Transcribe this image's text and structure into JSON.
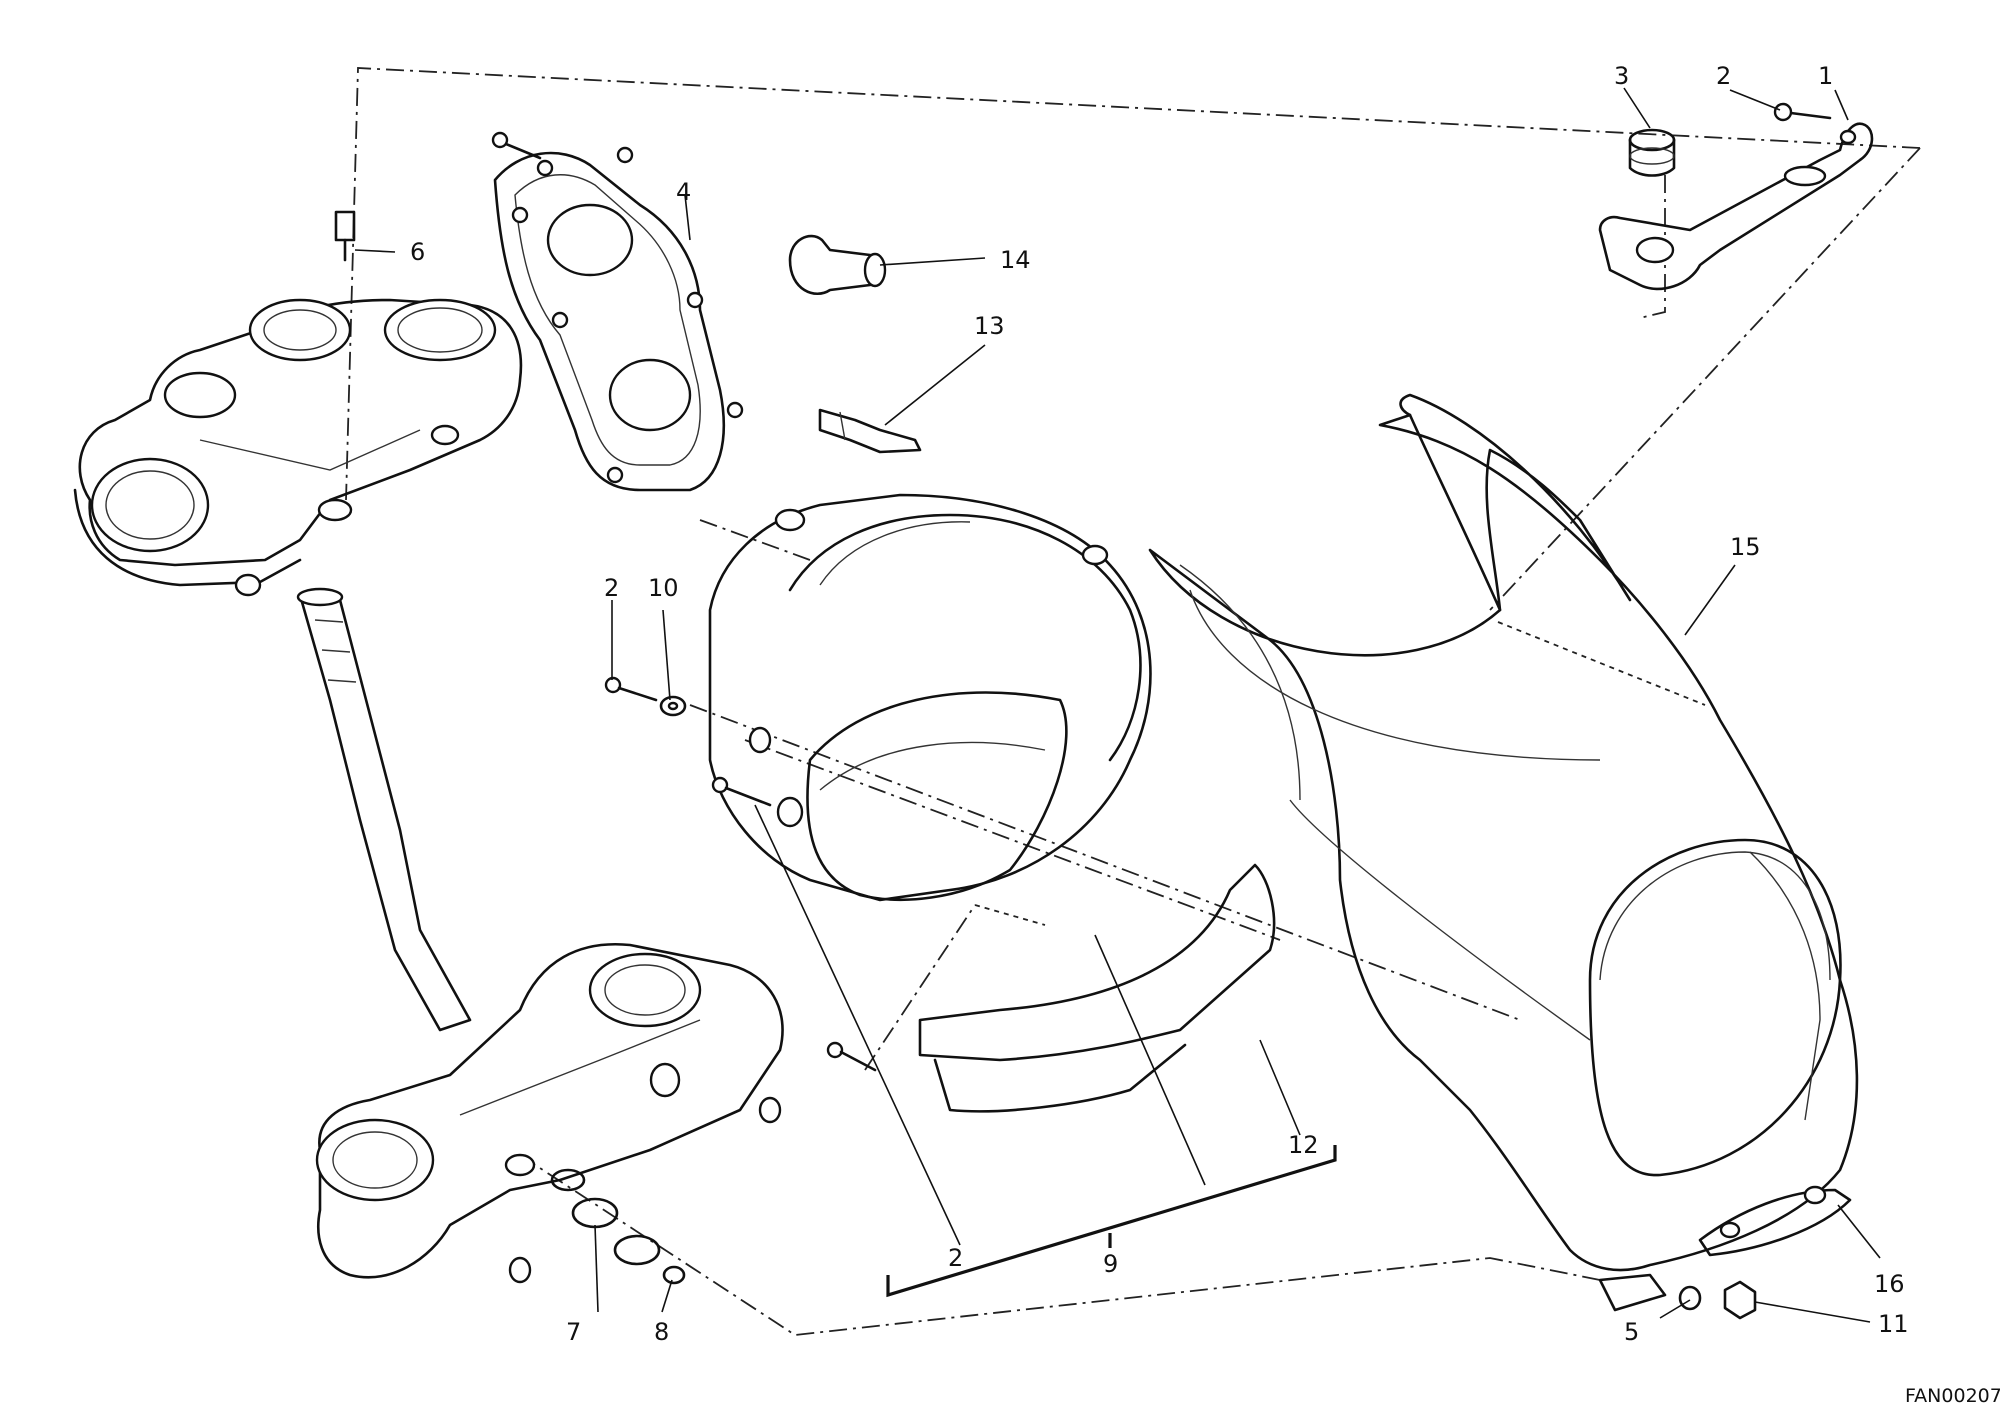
{
  "diagram": {
    "reference_code": "FAN00207",
    "callouts": [
      {
        "id": "c1",
        "label": "1"
      },
      {
        "id": "c2a",
        "label": "2"
      },
      {
        "id": "c3",
        "label": "3"
      },
      {
        "id": "c4",
        "label": "4"
      },
      {
        "id": "c6",
        "label": "6"
      },
      {
        "id": "c14",
        "label": "14"
      },
      {
        "id": "c13",
        "label": "13"
      },
      {
        "id": "c15",
        "label": "15"
      },
      {
        "id": "c2b",
        "label": "2"
      },
      {
        "id": "c10",
        "label": "10"
      },
      {
        "id": "c12",
        "label": "12"
      },
      {
        "id": "c2c",
        "label": "2"
      },
      {
        "id": "c9",
        "label": "9"
      },
      {
        "id": "c7",
        "label": "7"
      },
      {
        "id": "c8",
        "label": "8"
      },
      {
        "id": "c5",
        "label": "5"
      },
      {
        "id": "c11",
        "label": "11"
      },
      {
        "id": "c16",
        "label": "16"
      }
    ]
  }
}
